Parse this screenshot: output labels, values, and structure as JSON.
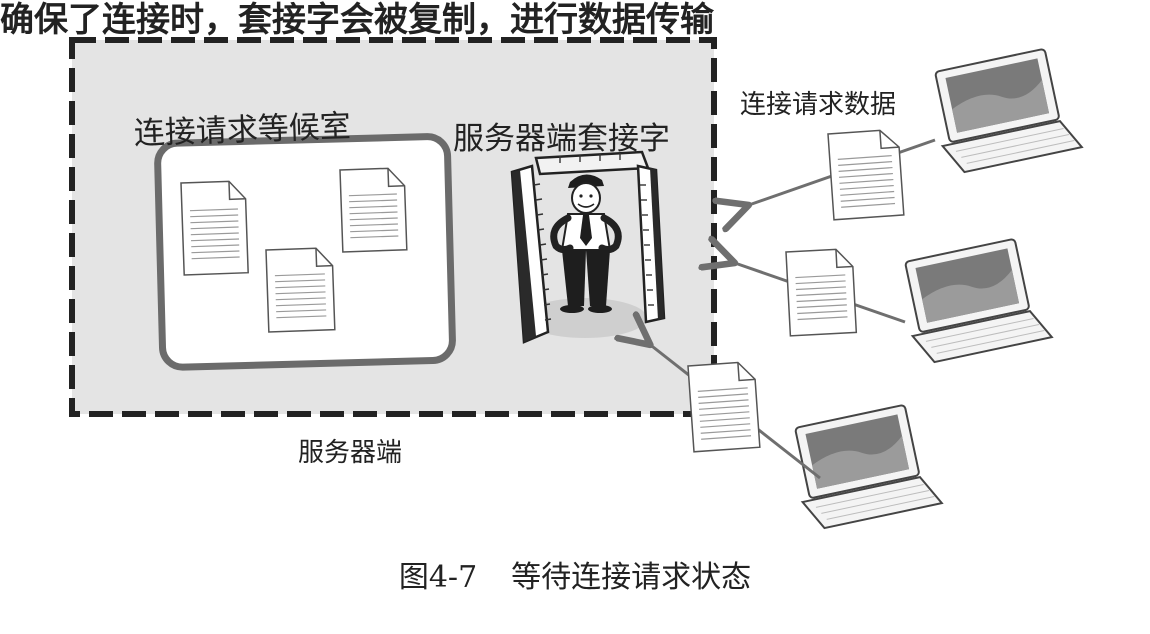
{
  "heading_text": "确保了连接时，套接字会被复制，进行数据传输",
  "labels": {
    "waiting_room": "连接请求等候室",
    "server_socket": "服务器端套接字",
    "request_data": "连接请求数据",
    "server": "服务器端"
  },
  "caption": {
    "number": "图4-7",
    "title": "等待连接请求状态"
  },
  "colors": {
    "server_area_fill": "#e4e4e4",
    "border": "#222222",
    "waiting_room_border": "#6b6b6b",
    "paper": "#ffffff",
    "screen": "#7a7a7a"
  },
  "icons": {
    "document": "document-icon",
    "laptop": "laptop-icon",
    "doorman": "doorman-figure-icon",
    "gate": "gate-frame-icon",
    "arrow": "arrow-icon"
  }
}
